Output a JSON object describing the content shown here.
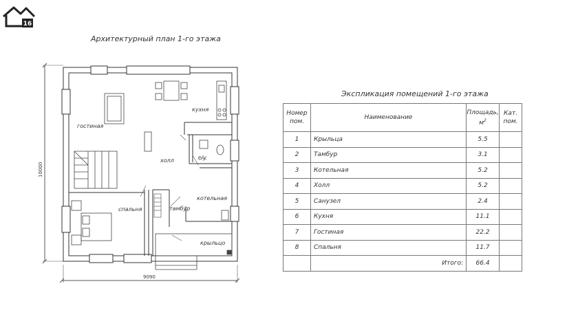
{
  "logo": {
    "icon": "house-16-logo",
    "badge": "16"
  },
  "plan": {
    "title": "Архитектурный план 1-го этажа",
    "dim_width": "9090",
    "dim_height": "10000",
    "rooms": {
      "kitchen": "кухня",
      "living": "гостиная",
      "hall": "холл",
      "bathroom": "с/у",
      "bedroom": "спальня",
      "vestibule": "тамбур",
      "boiler": "котельная",
      "porch": "крыльцо"
    }
  },
  "explication": {
    "title": "Экспликация помещений 1-го этажа",
    "headers": {
      "num_line1": "Номер",
      "num_line2": "пом.",
      "name": "Наименование",
      "area_line1": "Площадь,",
      "area_line2": "м",
      "area_sup": "2",
      "cat_line1": "Кат.",
      "cat_line2": "пом."
    },
    "rows": [
      {
        "num": "1",
        "name": "Крыльца",
        "area": "5.5",
        "cat": ""
      },
      {
        "num": "2",
        "name": "Тамбур",
        "area": "3.1",
        "cat": ""
      },
      {
        "num": "3",
        "name": "Котельная",
        "area": "5.2",
        "cat": ""
      },
      {
        "num": "4",
        "name": "Холл",
        "area": "5.2",
        "cat": ""
      },
      {
        "num": "5",
        "name": "Санузел",
        "area": "2.4",
        "cat": ""
      },
      {
        "num": "6",
        "name": "Кухня",
        "area": "11.1",
        "cat": ""
      },
      {
        "num": "7",
        "name": "Гостиная",
        "area": "22.2",
        "cat": ""
      },
      {
        "num": "8",
        "name": "Спальня",
        "area": "11.7",
        "cat": ""
      }
    ],
    "total_label": "Итого:",
    "total_value": "66.4"
  }
}
